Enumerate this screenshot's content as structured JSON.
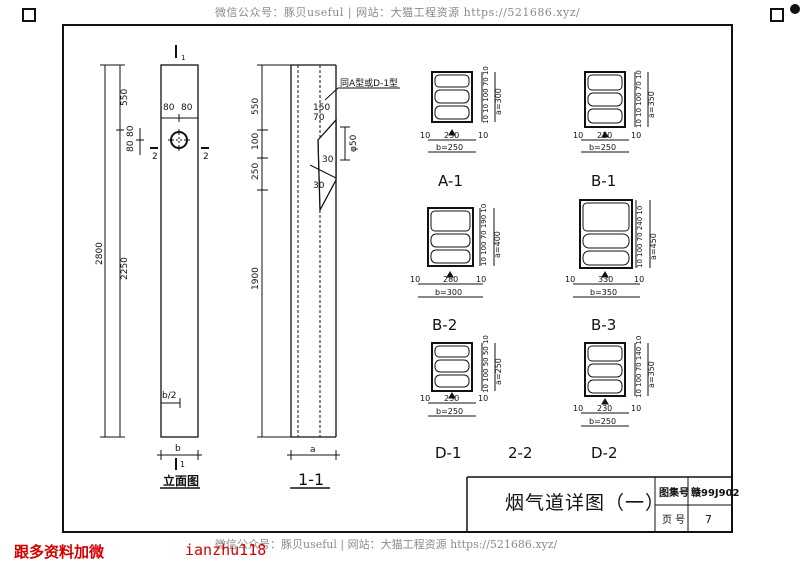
{
  "watermark_top": "微信公众号：豚贝useful | 网站：大猫工程资源 https://521686.xyz/",
  "watermark_bottom": "微信公众号：豚贝useful | 网站：大猫工程资源 https://521686.xyz/",
  "promo_left": "跟多资料加微",
  "promo_right": "ianzhu118",
  "title_block": {
    "title": "烟气道详图（一）",
    "label_set": "图集号",
    "set_no": "赣99J902",
    "label_page": "页 号",
    "page_no": "7"
  },
  "elevation": {
    "label": "立面图",
    "section_mark": "I",
    "section_sub": "1",
    "dims_left": [
      "550",
      "2250",
      "2800"
    ],
    "dims_top": [
      "80",
      "80"
    ],
    "dims_side": [
      "80",
      "80"
    ],
    "mark_2": "2",
    "dim_b": "b",
    "dim_b2": "b/2"
  },
  "section11": {
    "label": "1-1",
    "dims_left": [
      "550",
      "100",
      "250",
      "1900"
    ],
    "note": "同A型或D-1型",
    "dims_mid": [
      "150",
      "70",
      "30",
      "30"
    ],
    "dim_phi": "φ50",
    "dim_a": "a"
  },
  "details": [
    {
      "id": "A-1",
      "inner": "230",
      "side": "10",
      "b": "b=250",
      "dims_v": "10 10 100 70 10",
      "a": "a=300"
    },
    {
      "id": "B-1",
      "inner": "230",
      "side": "10",
      "b": "b=250",
      "dims_v": "10 10 100 70 10",
      "a": "a=350"
    },
    {
      "id": "B-2",
      "inner": "280",
      "side": "10",
      "b": "b=300",
      "dims_v": "10 100 70 190 10",
      "a": "a=400"
    },
    {
      "id": "B-3",
      "inner": "330",
      "side": "10",
      "b": "b=350",
      "dims_v": "10 100 70 240 10",
      "a": "a=450"
    },
    {
      "id": "D-1",
      "inner": "230",
      "side": "10",
      "b": "b=250",
      "dims_v": "10 100 50 50 10",
      "a": "a=250"
    },
    {
      "id": "D-2",
      "inner": "230",
      "side": "10",
      "b": "b=250",
      "dims_v": "10 100 70 140 10",
      "a": "a=350"
    }
  ],
  "section22": "2-2"
}
